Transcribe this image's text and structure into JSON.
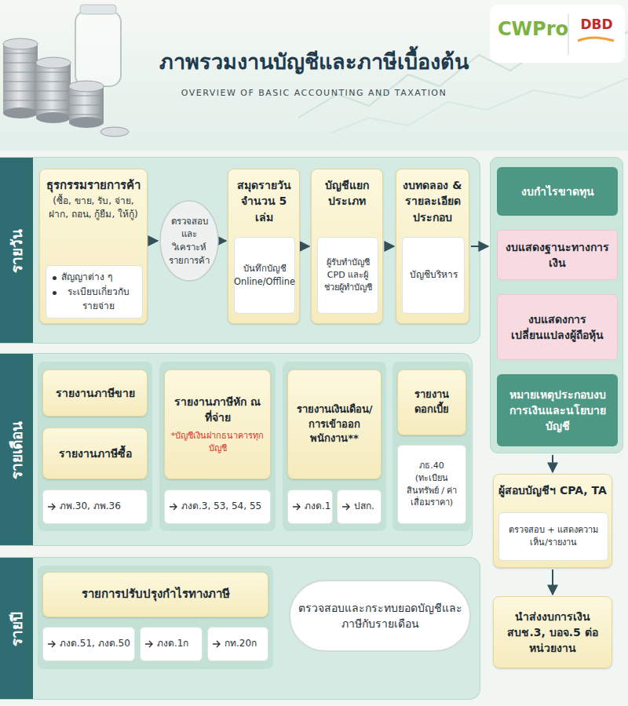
{
  "diagram": {
    "title": "ภาพรวมงานบัญชีและภาษีเบื้องต้น",
    "nodes": [
      {
        "text": [
          "รายวัน"
        ]
      },
      {
        "text": [
          "ธุรกรรมรายการค้า",
          "(ซื้อ, ขาย, รับ, จ่าย, ฝาก, ถอน, กู้ยืม, ให้กู้)"
        ],
        "in": 0
      },
      {
        "text": [
          "สัญญาต่าง ๆ",
          "ระเบียบเกี่ยวกับรายจ่าย"
        ],
        "in": 1
      },
      {
        "text": [
          "ตรวจสอบและวิเคราะห์รายการค้า"
        ],
        "in": 0
      },
      {
        "text": [
          "สมุดรายวัน จำนวน 5 เล่ม"
        ],
        "in": 0
      },
      {
        "text": [
          "บันทึกบัญชี Online/Offline"
        ],
        "in": 4
      },
      {
        "text": [
          "บัญชีแยกประเภท"
        ],
        "in": 0
      },
      {
        "text": [
          "ผู้รับทำบัญชี CPD และผู้ช่วยผู้ทำบัญชี"
        ],
        "in": 6
      },
      {
        "text": [
          "งบทดลอง & รายละเอียดประกอบ"
        ],
        "in": 0
      },
      {
        "text": [
          "บัญชีบริหาร"
        ],
        "in": 8
      },
      {
        "text": []
      },
      {
        "text": [
          "งบกำไรขาดทุน"
        ],
        "in": 10
      },
      {
        "text": [
          "งบแสดงฐานะทางการเงิน"
        ],
        "in": 10
      },
      {
        "text": [
          "งบแสดงการเปลี่ยนแปลงผู้ถือหุ้น"
        ],
        "in": 10
      },
      {
        "text": [
          "หมายเหตุประกอบงบการเงินและนโยบายบัญชี"
        ],
        "in": 10
      },
      {
        "text": [
          "ผู้สอบบัญชีฯ CPA, TA"
        ]
      },
      {
        "text": [
          "ตรวจสอบ + แสดงความเห็น/รายงาน"
        ],
        "in": 15
      },
      {
        "text": [
          "นำส่งงบการเงิน สบช.3, บอจ.5 ต่อหน่วยงาน"
        ]
      },
      {
        "text": [
          "รายเดือน"
        ]
      },
      {
        "text": [],
        "in": 18
      },
      {
        "text": [
          "รายงานภาษีขาย"
        ],
        "in": 19
      },
      {
        "text": [
          "รายงานภาษีซื้อ"
        ],
        "in": 19
      },
      {
        "text": [
          "ภพ.30, ภพ.36"
        ],
        "in": 19
      },
      {
        "text": [],
        "in": 18
      },
      {
        "text": [
          "รายงานภาษีหัก ณ ที่จ่าย",
          "*บัญชีเงินฝากธนาคารทุกบัญชี"
        ],
        "in": 23
      },
      {
        "text": [
          "ภงด.3, 53, 54, 55"
        ],
        "in": 23
      },
      {
        "text": [],
        "in": 18
      },
      {
        "text": [
          "รายงานเงินเดือน/การเข้าออกพนักงาน**"
        ],
        "in": 26
      },
      {
        "text": [
          "ภงด.1"
        ],
        "in": 26
      },
      {
        "text": [
          "ปสก."
        ],
        "in": 26
      },
      {
        "text": [],
        "in": 18
      },
      {
        "text": [
          "รายงานดอกเบี้ย"
        ],
        "in": 30
      },
      {
        "text": [
          "ภธ.40 (ทะเบียนสินทรัพย์ / ค่าเสื่อมราคา)"
        ],
        "in": 30
      },
      {
        "text": [
          "รายปี"
        ]
      },
      {
        "text": [],
        "in": 33
      },
      {
        "text": [
          "รายการปรับปรุงกำไรทางภาษี"
        ],
        "in": 34
      },
      {
        "text": [
          "ภงด.51, ภงด.50"
        ],
        "in": 34
      },
      {
        "text": [
          "ภงด.1ก"
        ],
        "in": 34
      },
      {
        "text": [
          "กท.20ก"
        ],
        "in": 34
      },
      {
        "text": [
          "ตรวจสอบและกระทบยอดบัญชีและภาษีกับรายเดือน"
        ],
        "in": 33
      }
    ],
    "edges": [
      {
        "from": 1,
        "to": 3,
        "arrow": "to"
      },
      {
        "from": 3,
        "to": 4,
        "arrow": "to"
      },
      {
        "from": 4,
        "to": 6,
        "arrow": "to"
      },
      {
        "from": 6,
        "to": 8,
        "arrow": "to"
      },
      {
        "from": 8,
        "to": 10,
        "arrow": "to"
      },
      {
        "from": 10,
        "to": 15,
        "arrow": "to"
      },
      {
        "from": 15,
        "to": 17,
        "arrow": "to"
      }
    ],
    "labels": [
      "OVERVIEW OF BASIC ACCOUNTING AND TAXATION",
      "CWPro",
      "DBD"
    ]
  }
}
